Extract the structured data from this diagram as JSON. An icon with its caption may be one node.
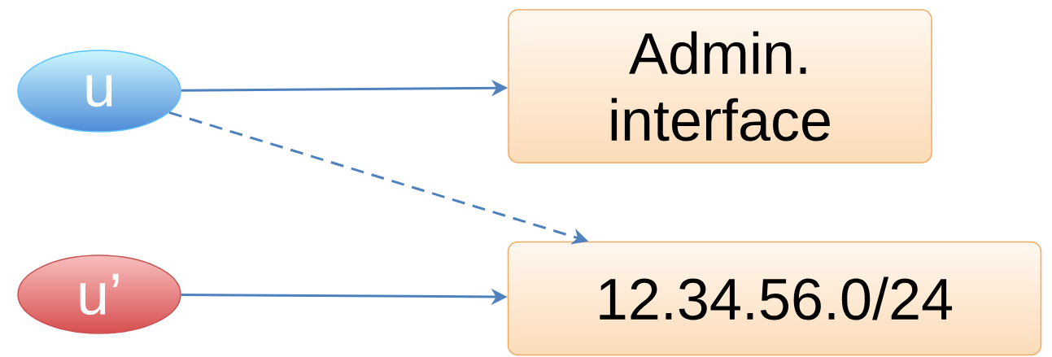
{
  "diagram": {
    "nodes": [
      {
        "text": [
          "u"
        ]
      },
      {
        "text": [
          "Admin. interface"
        ]
      },
      {
        "text": [
          "u’"
        ]
      },
      {
        "text": [
          "12.34.56.0/24"
        ]
      }
    ],
    "edges": [
      {
        "from": 0,
        "to": 1,
        "arrow": "to"
      },
      {
        "from": 0,
        "to": 3,
        "arrow": "to",
        "style": "dashed"
      },
      {
        "from": 2,
        "to": 3,
        "arrow": "to"
      }
    ]
  }
}
